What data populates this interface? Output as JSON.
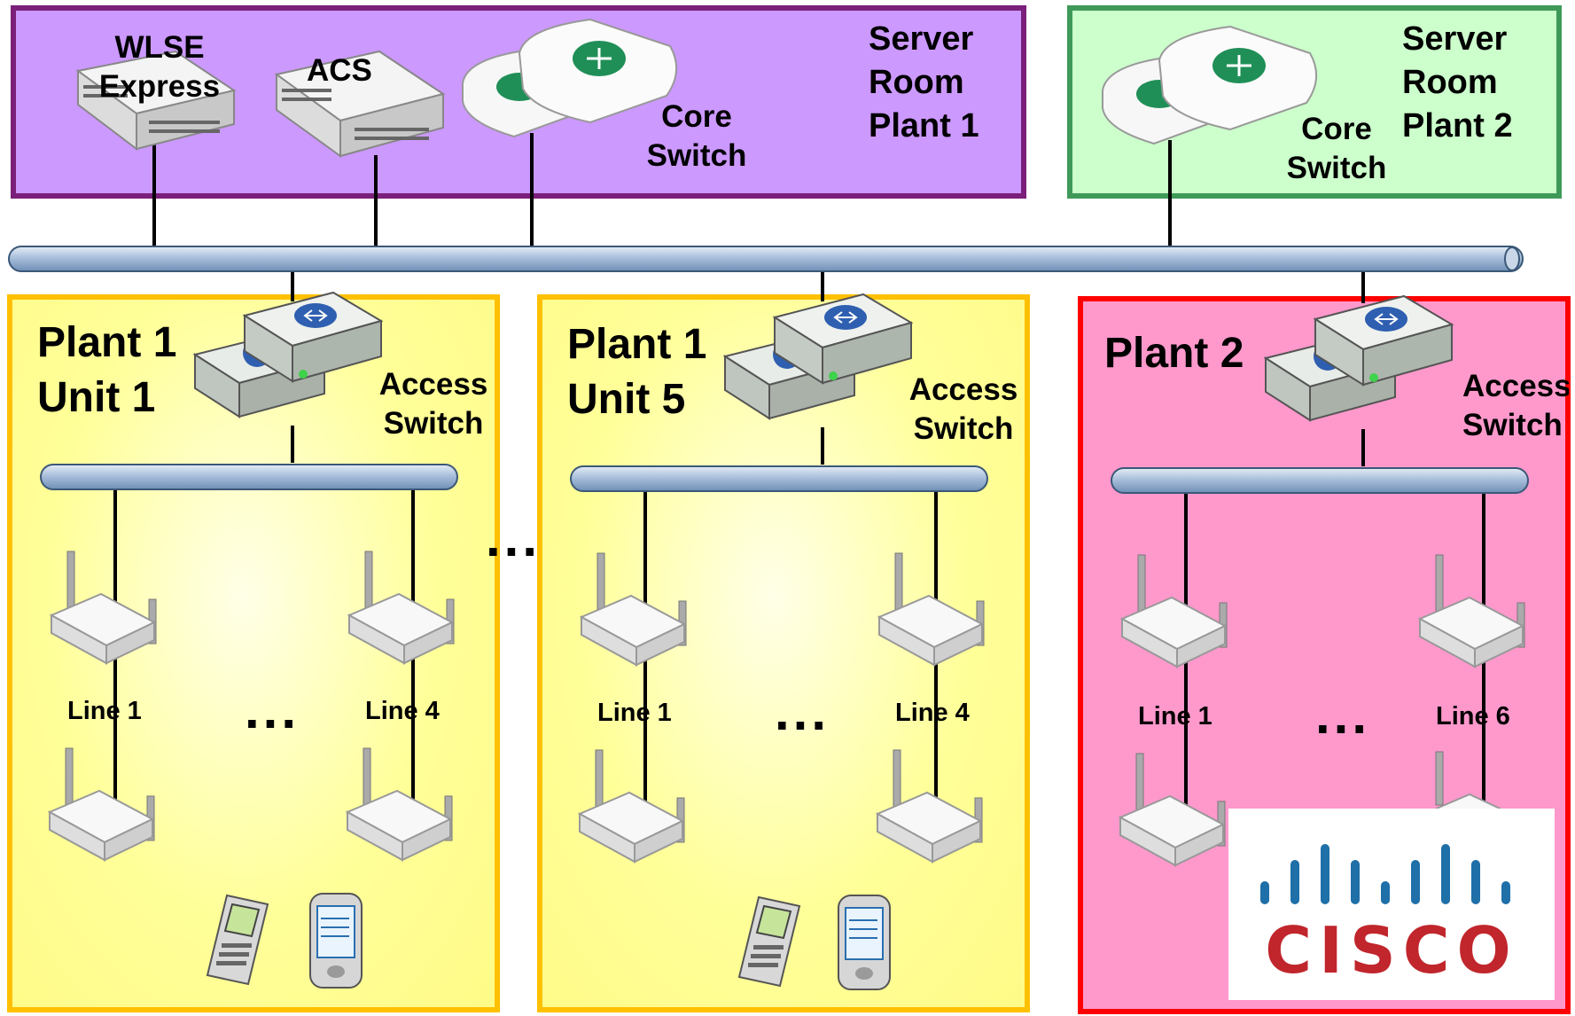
{
  "server_room_1": {
    "title_line1": "Server",
    "title_line2": "Room",
    "title_line3": "Plant 1",
    "wlse_line1": "WLSE",
    "wlse_line2": "Express",
    "acs": "ACS",
    "core_line1": "Core",
    "core_line2": "Switch",
    "fill": "#cc99ff",
    "border": "#7a1f7a"
  },
  "server_room_2": {
    "title_line1": "Server",
    "title_line2": "Room",
    "title_line3": "Plant 2",
    "core_line1": "Core",
    "core_line2": "Switch",
    "fill": "#ccffcc",
    "border": "#3f9a5a"
  },
  "zones": [
    {
      "title_line1": "Plant 1",
      "title_line2": "Unit 1",
      "access_line1": "Access",
      "access_line2": "Switch",
      "line_a": "Line 1",
      "line_b": "Line 4",
      "ellipsis": "...",
      "fill": "#ffff99",
      "border": "#ffc000"
    },
    {
      "title_line1": "Plant 1",
      "title_line2": "Unit 5",
      "access_line1": "Access",
      "access_line2": "Switch",
      "line_a": "Line 1",
      "line_b": "Line 4",
      "ellipsis": "...",
      "fill": "#ffff99",
      "border": "#ffc000"
    },
    {
      "title_line1": "Plant 2",
      "access_line1": "Access",
      "access_line2": "Switch",
      "line_a": "Line 1",
      "line_b": "Line 6",
      "ellipsis": "...",
      "fill": "#ff99cc",
      "border": "#ff0000"
    }
  ],
  "between_zones_ellipsis": "...",
  "logo": {
    "text": "CISCO",
    "bar_color": "#1f6fa8",
    "text_color": "#c0262c"
  },
  "icons": {
    "backbone": "backbone-bus-icon",
    "server": "rack-server-icon",
    "core_switch": "core-router-icon",
    "access_switch": "access-switch-icon",
    "access_point": "wireless-access-point-icon",
    "scanner": "handheld-scanner-icon",
    "pda": "pda-icon"
  }
}
